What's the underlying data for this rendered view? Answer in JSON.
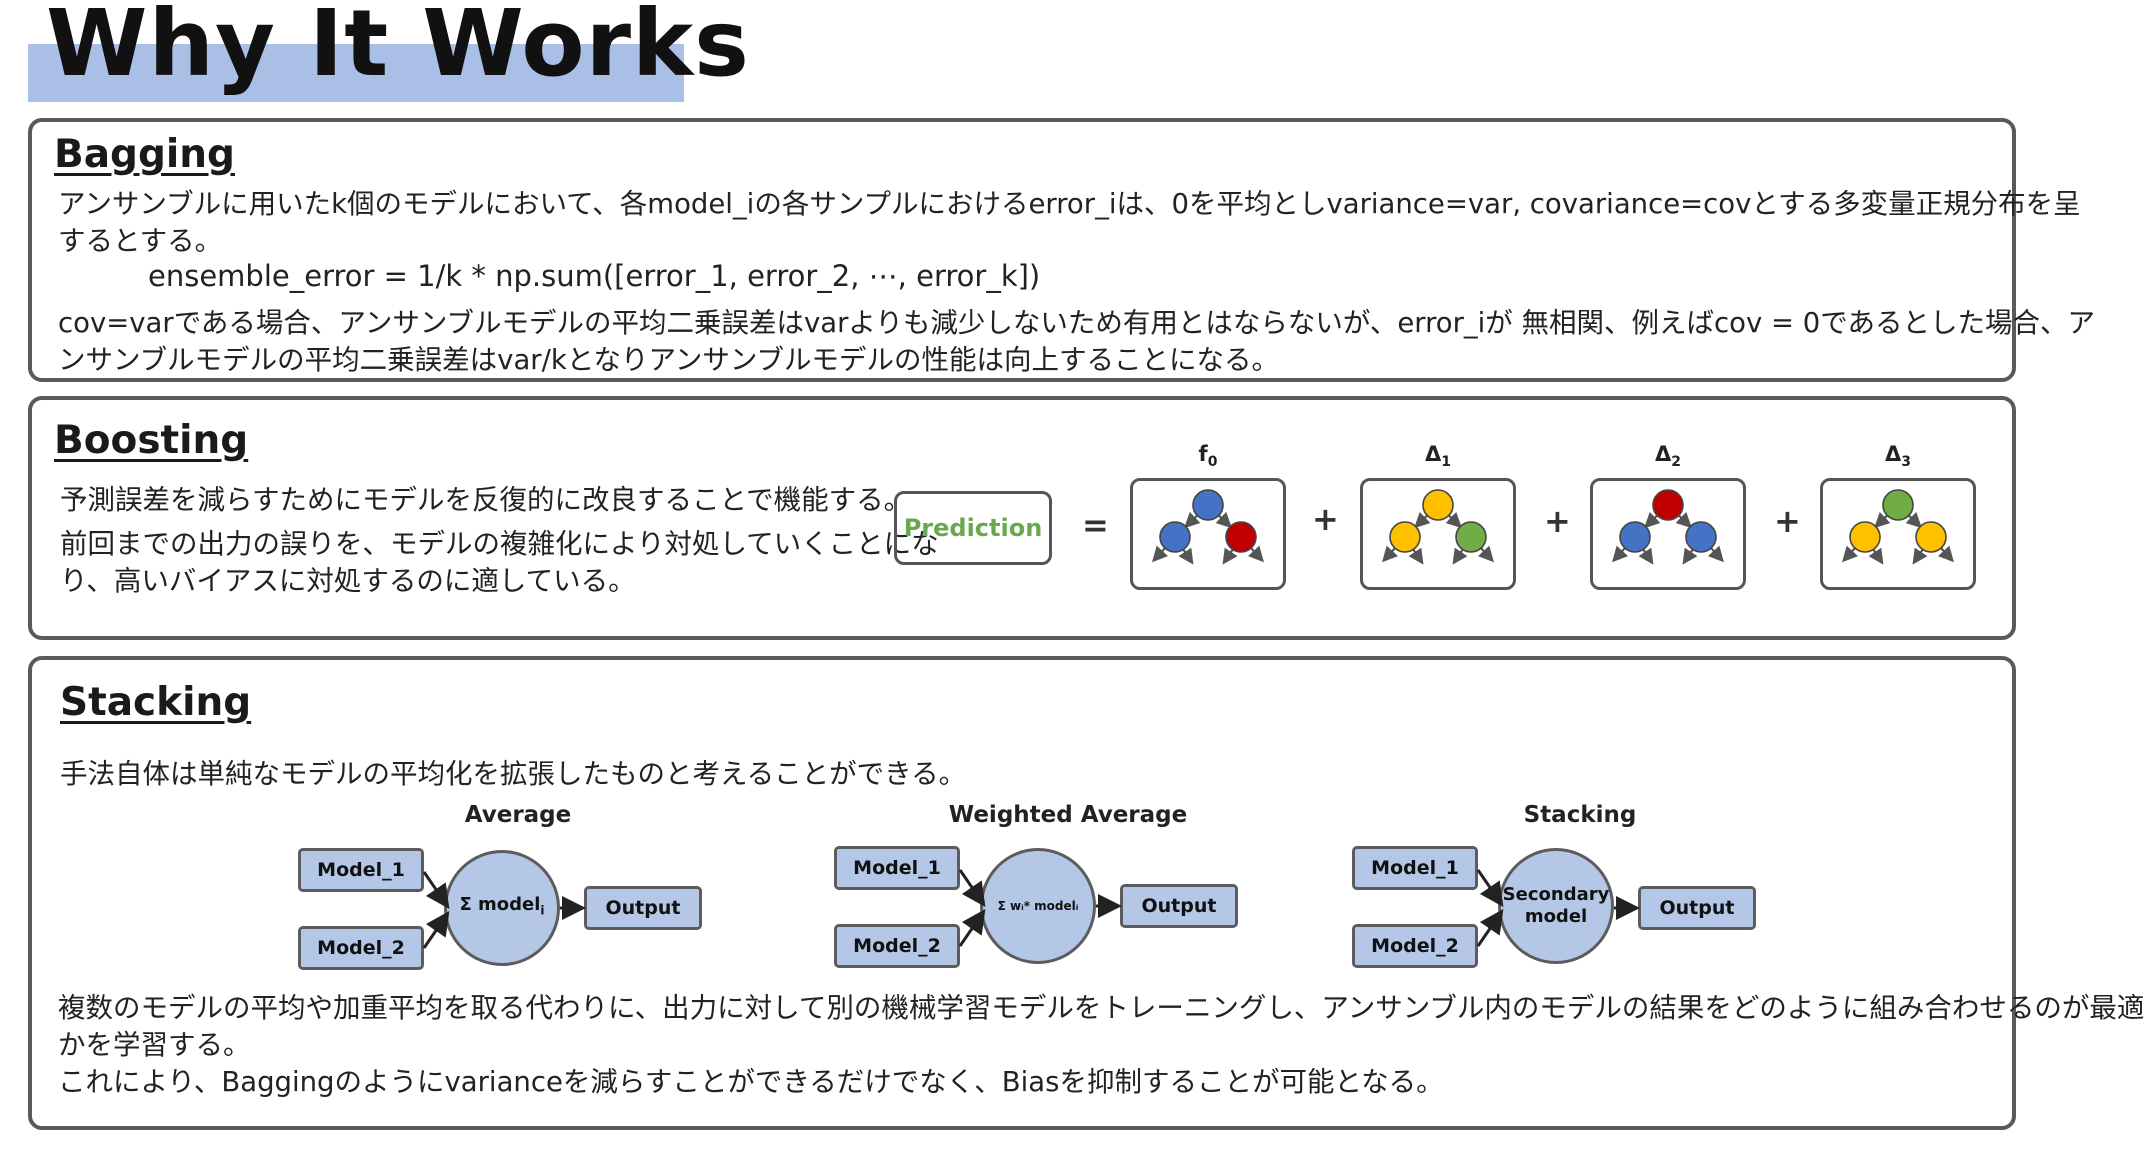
{
  "page_title": "Why It Works",
  "colors": {
    "title_bar": "#a9bfe6",
    "box_fill": "#b4c7e7",
    "prediction_text": "#6aa84f",
    "node_blue": "#4472c4",
    "node_red": "#c00000",
    "node_yellow": "#ffc000",
    "node_green": "#70ad47"
  },
  "bagging": {
    "title": "Bagging",
    "line1": "アンサンブルに用いたk個のモデルにおいて、各model_iの各サンプルにおけるerror_iは、0を平均としvariance=var, covariance=covとする多変量正規分布を呈",
    "line2": "するとする。",
    "formula": "ensemble_error = 1/k * np.sum([error_1, error_2, ⋯, error_k])",
    "line3": "cov=varである場合、アンサンブルモデルの平均二乗誤差はvarよりも減少しないため有用とはならないが、error_iが 無相関、例えばcov = 0であるとした場合、ア",
    "line4": "ンサンブルモデルの平均二乗誤差はvar/kとなりアンサンブルモデルの性能は向上することになる。"
  },
  "boosting": {
    "title": "Boosting",
    "line1": "予測誤差を減らすためにモデルを反復的に改良することで機能する。",
    "line2": "前回までの出力の誤りを、モデルの複雑化により対処していくことにな",
    "line3": "り、高いバイアスに対処するのに適している。",
    "prediction_label": "Prediction",
    "equals": "=",
    "plus": "+",
    "trees": [
      {
        "label": "f",
        "sub": "0",
        "colors": [
          "#4472c4",
          "#4472c4",
          "#c00000"
        ]
      },
      {
        "label": "Δ",
        "sub": "1",
        "colors": [
          "#ffc000",
          "#ffc000",
          "#70ad47"
        ]
      },
      {
        "label": "Δ",
        "sub": "2",
        "colors": [
          "#c00000",
          "#4472c4",
          "#4472c4"
        ]
      },
      {
        "label": "Δ",
        "sub": "3",
        "colors": [
          "#70ad47",
          "#ffc000",
          "#ffc000"
        ]
      }
    ]
  },
  "stacking": {
    "title": "Stacking",
    "line1": "手法自体は単純なモデルの平均化を拡張したものと考えることができる。",
    "diagrams": [
      {
        "title": "Average",
        "model_1": "Model_1",
        "model_2": "Model_2",
        "combiner_main": "Σ model",
        "combiner_sub": "i",
        "output": "Output"
      },
      {
        "title": "Weighted Average",
        "model_1": "Model_1",
        "model_2": "Model_2",
        "combiner_main": "Σ wᵢ* modelᵢ",
        "combiner_sub": "",
        "output": "Output"
      },
      {
        "title": "Stacking",
        "model_1": "Model_1",
        "model_2": "Model_2",
        "combiner_main": "Secondary model",
        "combiner_sub": "",
        "output": "Output"
      }
    ],
    "line2": "複数のモデルの平均や加重平均を取る代わりに、出力に対して別の機械学習モデルをトレーニングし、アンサンブル内のモデルの結果をどのように組み合わせるのが最適",
    "line3": "かを学習する。",
    "line4": "これにより、Baggingのようにvarianceを減らすことができるだけでなく、Biasを抑制することが可能となる。"
  }
}
